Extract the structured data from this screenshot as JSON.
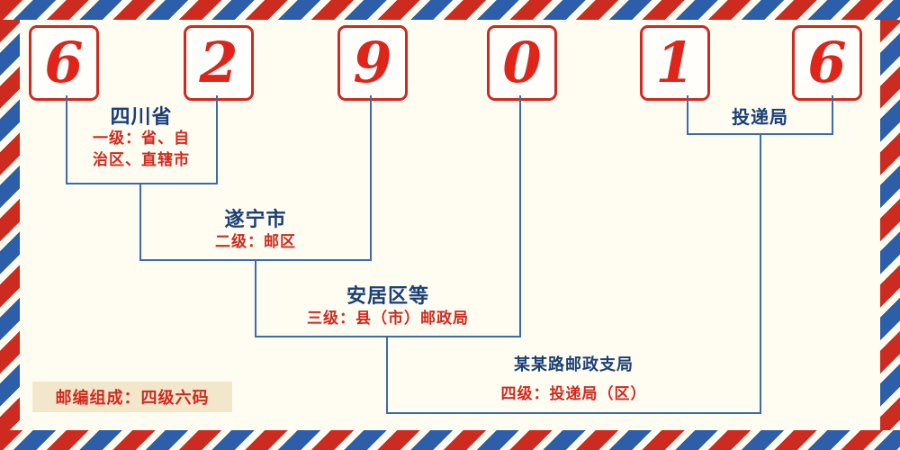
{
  "postal_code": "629016",
  "digits": [
    "6",
    "2",
    "9",
    "0",
    "1",
    "6"
  ],
  "level1": {
    "title": "四川省",
    "desc1": "一级：省、自",
    "desc2": "治区、直辖市"
  },
  "level2": {
    "title": "遂宁市",
    "desc": "二级：邮区"
  },
  "level3": {
    "title": "安居区等",
    "desc": "三级：县（市）邮政局"
  },
  "level4": {
    "title": "某某路邮政支局",
    "desc": "四级：投递局（区）"
  },
  "delivery": {
    "title": "投递局"
  },
  "note": "邮编组成：四级六码",
  "colors": {
    "red": "#ce2b20",
    "line_blue": "#3b6ab3",
    "navy_text": "#1b3f77",
    "background": "#fffdf2",
    "note_background": "#f2e7cb"
  }
}
